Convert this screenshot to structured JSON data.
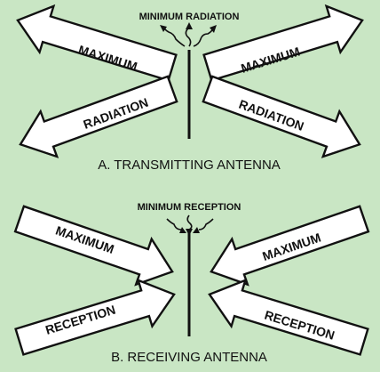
{
  "diagram": {
    "colors": {
      "background": "#c9e6c4",
      "arrow_fill": "#ffffff",
      "ink": "#111111"
    },
    "transmitting": {
      "minimum_label": "MINIMUM RADIATION",
      "upper_left_word": "MAXIMUM",
      "lower_left_word": "RADIATION",
      "upper_right_word": "MAXIMUM",
      "lower_right_word": "RADIATION",
      "caption": "A. TRANSMITTING ANTENNA"
    },
    "receiving": {
      "minimum_label": "MINIMUM RECEPTION",
      "upper_left_word": "MAXIMUM",
      "lower_left_word": "RECEPTION",
      "upper_right_word": "MAXIMUM",
      "lower_right_word": "RECEPTION",
      "caption": "B. RECEIVING ANTENNA"
    }
  }
}
